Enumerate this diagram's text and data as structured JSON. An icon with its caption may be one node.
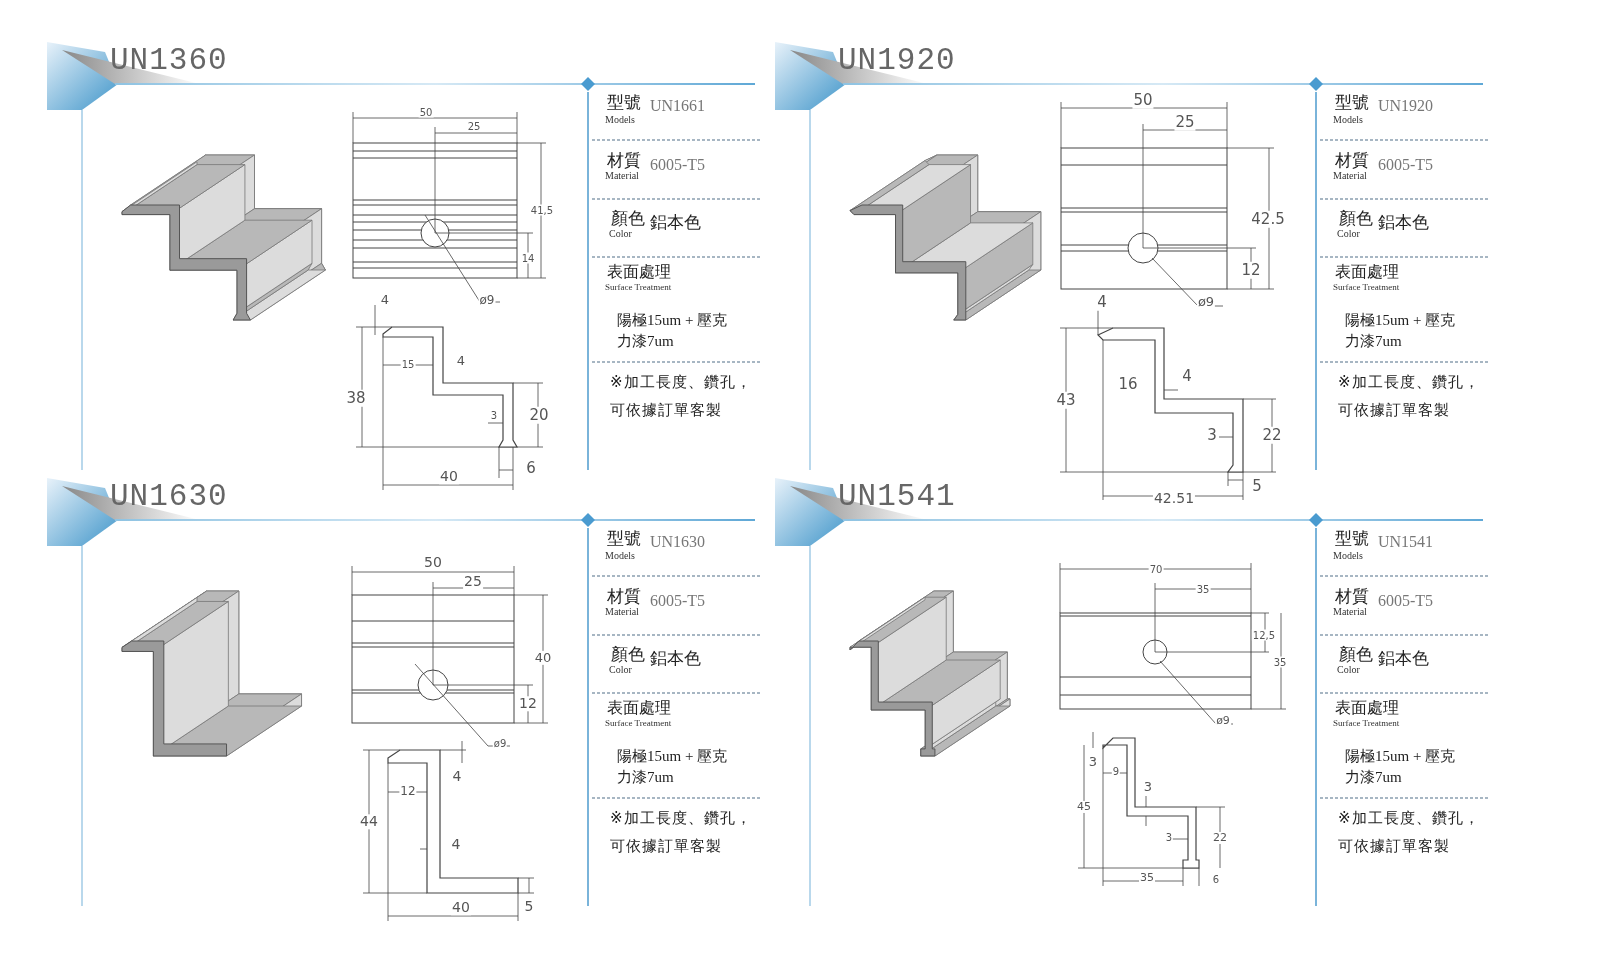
{
  "diagram": {
    "labels": [
      "UN1360",
      "50",
      "25",
      "41,5",
      "14",
      "4",
      "ø9",
      "15",
      "4",
      "38",
      "3",
      "20",
      "40",
      "6",
      "型號",
      "Models",
      "UN1661",
      "材質",
      "Material",
      "6005-T5",
      "顏色",
      "Color",
      "鋁本色",
      "表面處理",
      "Surface Treatment",
      "陽極15um + 壓克力漆7um",
      "※加工長度、鑽孔，可依據訂單客製",
      "UN1920",
      "50",
      "25",
      "42.5",
      "12",
      "4",
      "ø9",
      "16",
      "4",
      "43",
      "3",
      "22",
      "42.51",
      "5",
      "型號",
      "Models",
      "UN1920",
      "材質",
      "Material",
      "6005-T5",
      "顏色",
      "Color",
      "鋁本色",
      "表面處理",
      "Surface Treatment",
      "陽極15um + 壓克力漆7um",
      "※加工長度、鑽孔，可依據訂單客製",
      "UN1630",
      "50",
      "25",
      "40",
      "12",
      "ø9",
      "4",
      "12",
      "44",
      "4",
      "40",
      "5",
      "型號",
      "Models",
      "UN1630",
      "材質",
      "Material",
      "6005-T5",
      "顏色",
      "Color",
      "鋁本色",
      "表面處理",
      "Surface Treatment",
      "陽極15um + 壓克力漆7um",
      "※加工長度、鑽孔，可依據訂單客製",
      "UN1541",
      "70",
      "35",
      "12,5",
      "35",
      "ø9",
      "3",
      "9",
      "3",
      "45",
      "3",
      "22",
      "35",
      "6",
      "型號",
      "Models",
      "UN1541",
      "材質",
      "Material",
      "6005-T5",
      "顏色",
      "Color",
      "鋁本色",
      "表面處理",
      "Surface Treatment",
      "陽極15um + 壓克力漆7um",
      "※加工長度、鑽孔，可依據訂單客製"
    ]
  }
}
